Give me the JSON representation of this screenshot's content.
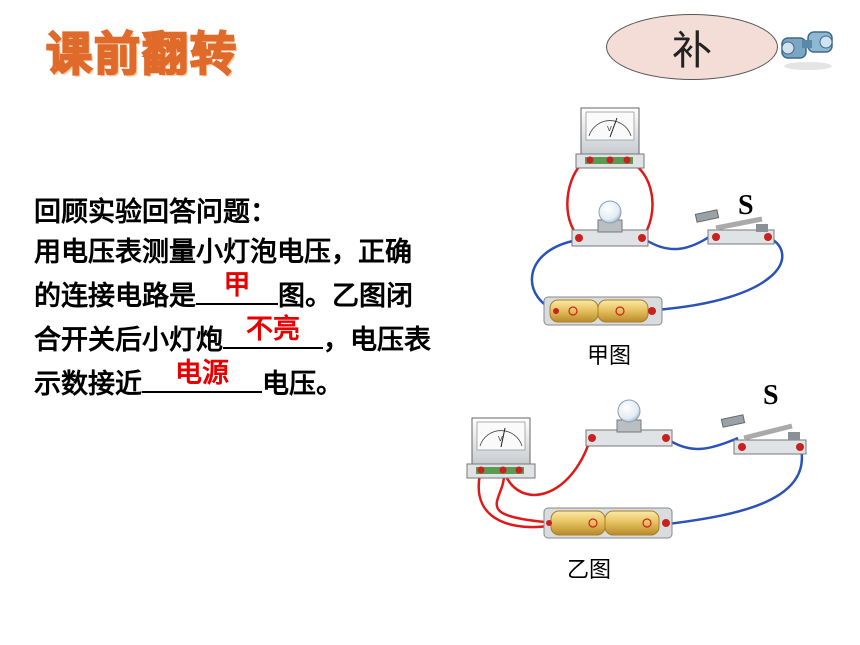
{
  "header": {
    "title": "课前翻转",
    "badge": "补"
  },
  "question": {
    "line1": "回顾实验回答问题：",
    "line2": "用电压表测量小灯泡电压，正确",
    "line3_prefix": "的连接电路是",
    "answer1": "甲",
    "line3_suffix": "图。乙图闭",
    "line4_prefix": "合开关后小灯炮",
    "answer2": "不亮",
    "line4_suffix": "，电压表",
    "line5_prefix": "示数接近",
    "answer3": "电源",
    "line5_suffix": "电压。"
  },
  "figures": {
    "a_label": "甲图",
    "b_label": "乙图",
    "switch_label": "S",
    "voltmeter_unit": "V"
  },
  "colors": {
    "title_fill": "#f4a36a",
    "answer": "#e60000",
    "wire_red": "#e01818",
    "wire_blue": "#2a52b8"
  }
}
